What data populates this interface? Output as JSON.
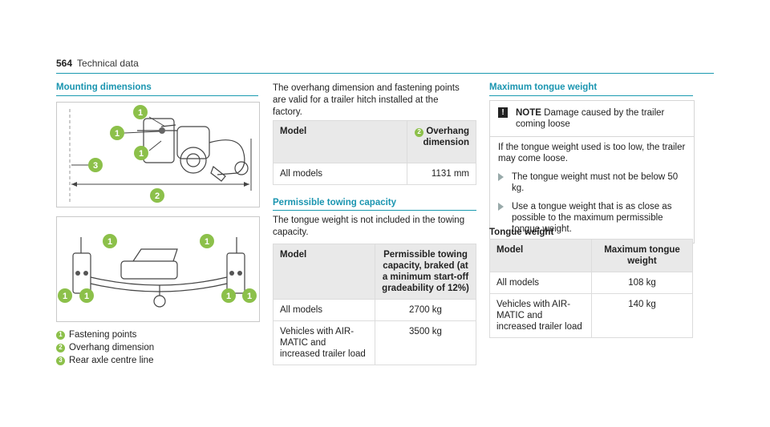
{
  "header": {
    "page_number": "564",
    "section": "Technical data"
  },
  "left": {
    "title": "Mounting dimensions",
    "legend": [
      {
        "num": "1",
        "text": "Fastening points"
      },
      {
        "num": "2",
        "text": "Overhang dimension"
      },
      {
        "num": "3",
        "text": "Rear axle centre line"
      }
    ]
  },
  "middle": {
    "intro": "The overhang dimension and fastening points are valid for a trailer hitch installed at the factory.",
    "overhang_table": {
      "h_model": "Model",
      "h_num": "2",
      "h_value": "Overhang dimension",
      "rows": [
        {
          "model": "All models",
          "value": "1131 mm"
        }
      ]
    },
    "towing_title": "Permissible towing capacity",
    "towing_intro": "The tongue weight is not included in the towing capacity.",
    "towing_table": {
      "h_model": "Model",
      "h_value": "Permissible towing capacity, braked (at a minimum start-off gradeability of 12%)",
      "rows": [
        {
          "model": "All models",
          "value": "2700 kg"
        },
        {
          "model": "Vehicles with AIR-MATIC and increased trailer load",
          "value": "3500 kg"
        }
      ]
    }
  },
  "right": {
    "title": "Maximum tongue weight",
    "note": {
      "label": "NOTE",
      "heading": "Damage caused by the trailer coming loose",
      "body": "If the tongue weight used is too low, the trailer may come loose.",
      "bullets": [
        "The tongue weight must not be below 50 kg.",
        "Use a tongue weight that is as close as possible to the maximum permissible tongue weight."
      ]
    },
    "tongue_title": "Tongue weight",
    "tongue_table": {
      "h_model": "Model",
      "h_value": "Maximum tongue weight",
      "rows": [
        {
          "model": "All models",
          "value": "108 kg"
        },
        {
          "model": "Vehicles with AIR-MATIC and increased trailer load",
          "value": "140 kg"
        }
      ]
    }
  },
  "colors": {
    "accent": "#1a9ab0",
    "bubble": "#8cc04a"
  }
}
